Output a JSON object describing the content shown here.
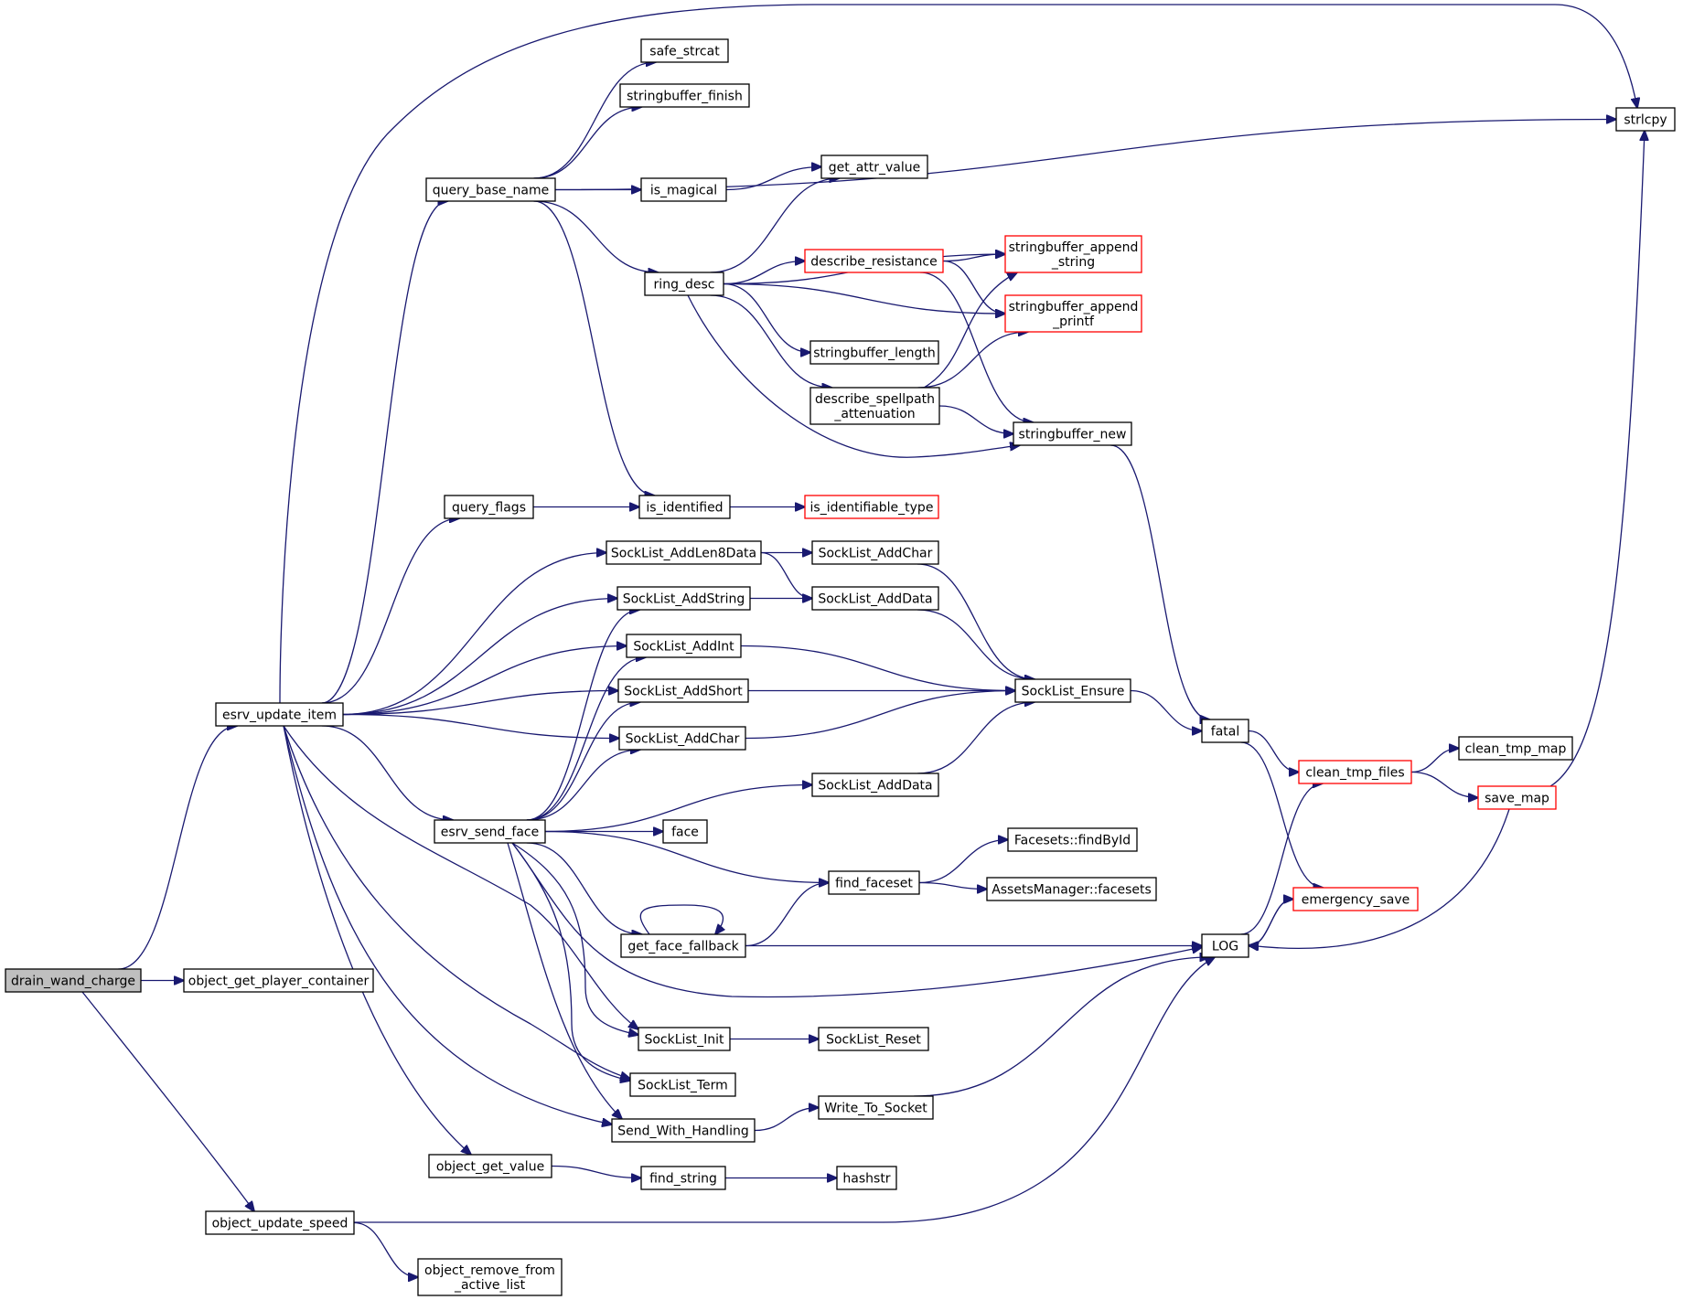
{
  "diagram": {
    "type": "call-graph",
    "colors": {
      "edge": "#191970",
      "node_border": "#000000",
      "external_border": "#ff0000",
      "root_fill": "#bfbfbf"
    },
    "nodes": [
      {
        "id": "drain_wand_charge",
        "lines": [
          "drain_wand_charge"
        ],
        "style": "root"
      },
      {
        "id": "object_get_player_container",
        "lines": [
          "object_get_player_container"
        ]
      },
      {
        "id": "esrv_update_item",
        "lines": [
          "esrv_update_item"
        ]
      },
      {
        "id": "object_update_speed",
        "lines": [
          "object_update_speed"
        ]
      },
      {
        "id": "object_remove_from_active_list",
        "lines": [
          "object_remove_from",
          "_active_list"
        ]
      },
      {
        "id": "query_base_name",
        "lines": [
          "query_base_name"
        ]
      },
      {
        "id": "safe_strcat",
        "lines": [
          "safe_strcat"
        ]
      },
      {
        "id": "stringbuffer_finish",
        "lines": [
          "stringbuffer_finish"
        ]
      },
      {
        "id": "strlcpy",
        "lines": [
          "strlcpy"
        ]
      },
      {
        "id": "is_magical",
        "lines": [
          "is_magical"
        ]
      },
      {
        "id": "get_attr_value",
        "lines": [
          "get_attr_value"
        ]
      },
      {
        "id": "ring_desc",
        "lines": [
          "ring_desc"
        ]
      },
      {
        "id": "describe_resistance",
        "lines": [
          "describe_resistance"
        ],
        "style": "ext"
      },
      {
        "id": "stringbuffer_append_string",
        "lines": [
          "stringbuffer_append",
          "_string"
        ],
        "style": "ext"
      },
      {
        "id": "stringbuffer_append_printf",
        "lines": [
          "stringbuffer_append",
          "_printf"
        ],
        "style": "ext"
      },
      {
        "id": "stringbuffer_length",
        "lines": [
          "stringbuffer_length"
        ]
      },
      {
        "id": "describe_spellpath_attenuation",
        "lines": [
          "describe_spellpath",
          "_attenuation"
        ]
      },
      {
        "id": "stringbuffer_new",
        "lines": [
          "stringbuffer_new"
        ]
      },
      {
        "id": "query_flags",
        "lines": [
          "query_flags"
        ]
      },
      {
        "id": "is_identified",
        "lines": [
          "is_identified"
        ]
      },
      {
        "id": "is_identifiable_type",
        "lines": [
          "is_identifiable_type"
        ],
        "style": "ext"
      },
      {
        "id": "SockList_AddLen8Data",
        "lines": [
          "SockList_AddLen8Data"
        ]
      },
      {
        "id": "SockList_AddChar_b",
        "lines": [
          "SockList_AddChar"
        ]
      },
      {
        "id": "SockList_AddString",
        "lines": [
          "SockList_AddString"
        ]
      },
      {
        "id": "SockList_AddData_a",
        "lines": [
          "SockList_AddData"
        ]
      },
      {
        "id": "SockList_AddInt",
        "lines": [
          "SockList_AddInt"
        ]
      },
      {
        "id": "SockList_Ensure",
        "lines": [
          "SockList_Ensure"
        ]
      },
      {
        "id": "SockList_AddShort",
        "lines": [
          "SockList_AddShort"
        ]
      },
      {
        "id": "SockList_AddChar_a",
        "lines": [
          "SockList_AddChar"
        ]
      },
      {
        "id": "fatal",
        "lines": [
          "fatal"
        ]
      },
      {
        "id": "clean_tmp_files",
        "lines": [
          "clean_tmp_files"
        ],
        "style": "ext"
      },
      {
        "id": "clean_tmp_map",
        "lines": [
          "clean_tmp_map"
        ]
      },
      {
        "id": "save_map",
        "lines": [
          "save_map"
        ],
        "style": "ext"
      },
      {
        "id": "SockList_AddData_b",
        "lines": [
          "SockList_AddData"
        ]
      },
      {
        "id": "esrv_send_face",
        "lines": [
          "esrv_send_face"
        ]
      },
      {
        "id": "face",
        "lines": [
          "face"
        ]
      },
      {
        "id": "Facesets_findById",
        "lines": [
          "Facesets::findById"
        ]
      },
      {
        "id": "find_faceset",
        "lines": [
          "find_faceset"
        ]
      },
      {
        "id": "AssetsManager_facesets",
        "lines": [
          "AssetsManager::facesets"
        ]
      },
      {
        "id": "emergency_save",
        "lines": [
          "emergency_save"
        ],
        "style": "ext"
      },
      {
        "id": "get_face_fallback",
        "lines": [
          "get_face_fallback"
        ]
      },
      {
        "id": "LOG",
        "lines": [
          "LOG"
        ]
      },
      {
        "id": "SockList_Init",
        "lines": [
          "SockList_Init"
        ]
      },
      {
        "id": "SockList_Reset",
        "lines": [
          "SockList_Reset"
        ]
      },
      {
        "id": "SockList_Term",
        "lines": [
          "SockList_Term"
        ]
      },
      {
        "id": "Write_To_Socket",
        "lines": [
          "Write_To_Socket"
        ]
      },
      {
        "id": "Send_With_Handling",
        "lines": [
          "Send_With_Handling"
        ]
      },
      {
        "id": "object_get_value",
        "lines": [
          "object_get_value"
        ]
      },
      {
        "id": "find_string",
        "lines": [
          "find_string"
        ]
      },
      {
        "id": "hashstr",
        "lines": [
          "hashstr"
        ]
      }
    ],
    "edges": [
      [
        "drain_wand_charge",
        "esrv_update_item"
      ],
      [
        "drain_wand_charge",
        "object_get_player_container"
      ],
      [
        "drain_wand_charge",
        "object_update_speed"
      ],
      [
        "esrv_update_item",
        "query_base_name"
      ],
      [
        "esrv_update_item",
        "strlcpy"
      ],
      [
        "esrv_update_item",
        "query_flags"
      ],
      [
        "esrv_update_item",
        "SockList_AddLen8Data"
      ],
      [
        "esrv_update_item",
        "SockList_AddString"
      ],
      [
        "esrv_update_item",
        "SockList_AddInt"
      ],
      [
        "esrv_update_item",
        "SockList_AddShort"
      ],
      [
        "esrv_update_item",
        "SockList_AddChar_a"
      ],
      [
        "esrv_update_item",
        "esrv_send_face"
      ],
      [
        "esrv_update_item",
        "SockList_Init"
      ],
      [
        "esrv_update_item",
        "SockList_Term"
      ],
      [
        "esrv_update_item",
        "Send_With_Handling"
      ],
      [
        "esrv_update_item",
        "object_get_value"
      ],
      [
        "query_base_name",
        "safe_strcat"
      ],
      [
        "query_base_name",
        "stringbuffer_finish"
      ],
      [
        "query_base_name",
        "strlcpy"
      ],
      [
        "query_base_name",
        "is_magical"
      ],
      [
        "query_base_name",
        "ring_desc"
      ],
      [
        "query_base_name",
        "is_identified"
      ],
      [
        "is_magical",
        "get_attr_value"
      ],
      [
        "ring_desc",
        "get_attr_value"
      ],
      [
        "ring_desc",
        "stringbuffer_append_string"
      ],
      [
        "ring_desc",
        "describe_resistance"
      ],
      [
        "ring_desc",
        "stringbuffer_append_printf"
      ],
      [
        "ring_desc",
        "stringbuffer_length"
      ],
      [
        "ring_desc",
        "describe_spellpath_attenuation"
      ],
      [
        "ring_desc",
        "stringbuffer_new"
      ],
      [
        "describe_resistance",
        "stringbuffer_append_string"
      ],
      [
        "describe_resistance",
        "stringbuffer_append_printf"
      ],
      [
        "describe_resistance",
        "stringbuffer_new"
      ],
      [
        "describe_spellpath_attenuation",
        "stringbuffer_append_string"
      ],
      [
        "describe_spellpath_attenuation",
        "stringbuffer_append_printf"
      ],
      [
        "describe_spellpath_attenuation",
        "stringbuffer_new"
      ],
      [
        "stringbuffer_new",
        "fatal"
      ],
      [
        "query_flags",
        "is_identified"
      ],
      [
        "is_identified",
        "is_identifiable_type"
      ],
      [
        "SockList_AddLen8Data",
        "SockList_AddChar_b"
      ],
      [
        "SockList_AddLen8Data",
        "SockList_AddData_a"
      ],
      [
        "SockList_AddString",
        "SockList_AddData_a"
      ],
      [
        "SockList_AddChar_b",
        "SockList_Ensure"
      ],
      [
        "SockList_AddData_a",
        "SockList_Ensure"
      ],
      [
        "SockList_AddInt",
        "SockList_Ensure"
      ],
      [
        "SockList_AddShort",
        "SockList_Ensure"
      ],
      [
        "SockList_AddChar_a",
        "SockList_Ensure"
      ],
      [
        "SockList_AddData_b",
        "SockList_Ensure"
      ],
      [
        "SockList_Ensure",
        "fatal"
      ],
      [
        "fatal",
        "clean_tmp_files"
      ],
      [
        "fatal",
        "emergency_save"
      ],
      [
        "clean_tmp_files",
        "clean_tmp_map"
      ],
      [
        "clean_tmp_files",
        "save_map"
      ],
      [
        "save_map",
        "strlcpy"
      ],
      [
        "save_map",
        "LOG"
      ],
      [
        "esrv_send_face",
        "SockList_AddString"
      ],
      [
        "esrv_send_face",
        "SockList_AddInt"
      ],
      [
        "esrv_send_face",
        "SockList_AddShort"
      ],
      [
        "esrv_send_face",
        "SockList_AddChar_a"
      ],
      [
        "esrv_send_face",
        "SockList_AddData_b"
      ],
      [
        "esrv_send_face",
        "face"
      ],
      [
        "esrv_send_face",
        "find_faceset"
      ],
      [
        "esrv_send_face",
        "get_face_fallback"
      ],
      [
        "esrv_send_face",
        "LOG"
      ],
      [
        "esrv_send_face",
        "SockList_Init"
      ],
      [
        "esrv_send_face",
        "SockList_Term"
      ],
      [
        "esrv_send_face",
        "Send_With_Handling"
      ],
      [
        "find_faceset",
        "Facesets_findById"
      ],
      [
        "find_faceset",
        "AssetsManager_facesets"
      ],
      [
        "get_face_fallback",
        "get_face_fallback"
      ],
      [
        "get_face_fallback",
        "find_faceset"
      ],
      [
        "get_face_fallback",
        "LOG"
      ],
      [
        "LOG",
        "clean_tmp_files"
      ],
      [
        "LOG",
        "emergency_save"
      ],
      [
        "emergency_save",
        "LOG"
      ],
      [
        "SockList_Init",
        "SockList_Reset"
      ],
      [
        "Send_With_Handling",
        "Write_To_Socket"
      ],
      [
        "Write_To_Socket",
        "LOG"
      ],
      [
        "object_get_value",
        "find_string"
      ],
      [
        "find_string",
        "hashstr"
      ],
      [
        "object_update_speed",
        "object_remove_from_active_list"
      ],
      [
        "object_update_speed",
        "LOG"
      ]
    ]
  }
}
